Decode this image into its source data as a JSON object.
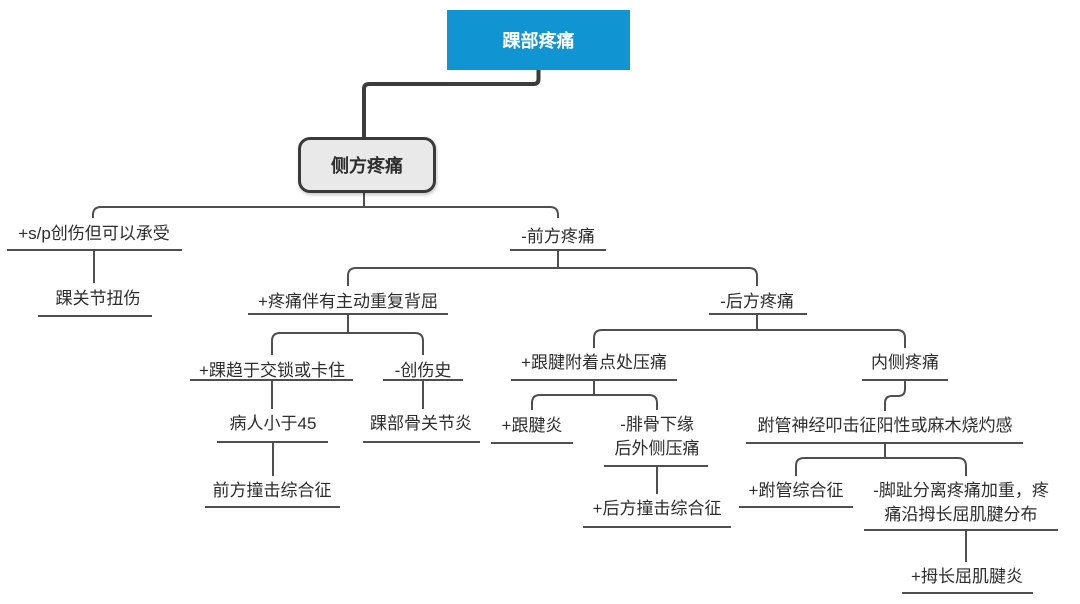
{
  "colors": {
    "node_blue": "#1095d2",
    "box_fill": "#e9e9e9",
    "box_border": "#3a3a3a",
    "line_color": "#4f4f4f",
    "thick_line_color": "#3c3c3c",
    "text_color": "#2d2d2d",
    "bg_color": "#ffffff"
  },
  "tree": {
    "label": "踝部疼痛",
    "children": [
      {
        "label": "侧方疼痛",
        "children": [
          {
            "label": "+s/p创伤但可以承受",
            "children": [
              {
                "label": "踝关节扭伤"
              }
            ]
          },
          {
            "label": "-前方疼痛",
            "children": [
              {
                "label": "+疼痛伴有主动重复背屈",
                "children": [
                  {
                    "label": "+踝趋于交锁或卡住",
                    "children": [
                      {
                        "label": "病人小于45",
                        "children": [
                          {
                            "label": "前方撞击综合征"
                          }
                        ]
                      }
                    ]
                  },
                  {
                    "label": "-创伤史",
                    "children": [
                      {
                        "label": "踝部骨关节炎"
                      }
                    ]
                  }
                ]
              },
              {
                "label": "-后方疼痛",
                "children": [
                  {
                    "label": "+跟腱附着点处压痛",
                    "children": [
                      {
                        "label": "+跟腱炎"
                      },
                      {
                        "label": "-腓骨下缘后外侧压痛",
                        "line1": "-腓骨下缘",
                        "line2": "后外侧压痛",
                        "children": [
                          {
                            "label": "+后方撞击综合征"
                          }
                        ]
                      }
                    ]
                  },
                  {
                    "label": "内侧疼痛",
                    "children": [
                      {
                        "label": "跗管神经叩击征阳性或麻木烧灼感",
                        "children": [
                          {
                            "label": "+跗管综合征"
                          },
                          {
                            "label": "-脚趾分离疼痛加重，疼痛沿拇长屈肌腱分布",
                            "line1": "-脚趾分离疼痛加重，疼",
                            "line2": "痛沿拇长屈肌腱分布",
                            "children": [
                              {
                                "label": "+拇长屈肌腱炎"
                              }
                            ]
                          }
                        ]
                      }
                    ]
                  }
                ]
              }
            ]
          }
        ]
      }
    ]
  }
}
